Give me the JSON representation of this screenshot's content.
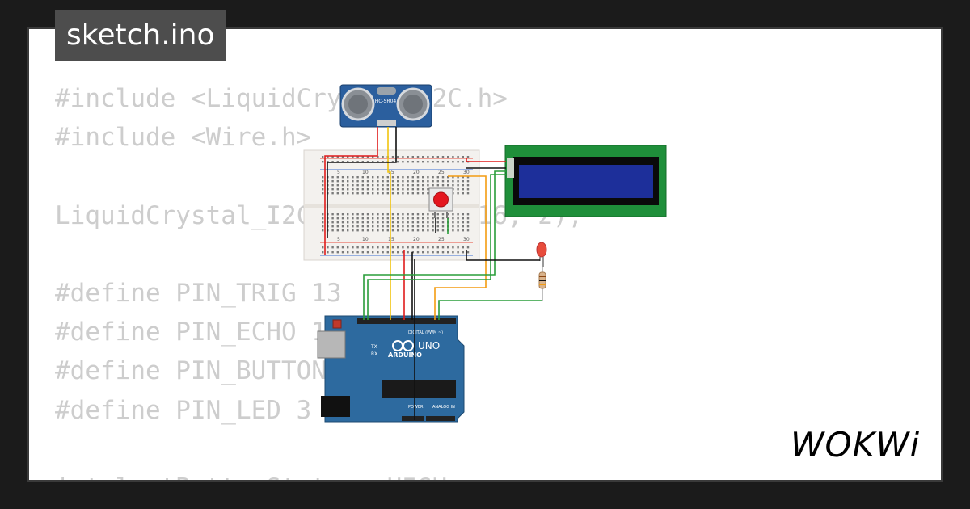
{
  "app": {
    "filename": "sketch.ino",
    "brand": "WOKWi"
  },
  "code_lines": [
    "#include <LiquidCrystal_I2C.h>",
    "#include <Wire.h>",
    "",
    "LiquidCrystal_I2C lcd(0x27, 16, 2);",
    "",
    "#define PIN_TRIG 13",
    "#define PIN_ECHO 12",
    "#define PIN_BUTTON 2",
    "#define PIN_LED 3",
    "",
    "int lastButtonState = HIGH;"
  ],
  "circuit": {
    "sensor": {
      "model": "HC-SR04"
    },
    "board": {
      "brand": "ARDUINO",
      "model": "UNO",
      "tx": "TX",
      "rx": "RX",
      "digital_label": "DIGITAL (PWM ~)",
      "power_label": "POWER",
      "analog_label": "ANALOG IN"
    },
    "breadboard": {
      "col_numbers": [
        "5",
        "10",
        "15",
        "20",
        "25",
        "30"
      ]
    },
    "colors": {
      "board": "#2d6a9f",
      "lcd_frame": "#1f8f3a",
      "lcd_screen": "#1d2f9a",
      "wire_red": "#e01b1b",
      "wire_yellow": "#f1c40f",
      "wire_green": "#2a9d3a",
      "wire_orange": "#f39c12",
      "wire_black": "#111111"
    }
  }
}
